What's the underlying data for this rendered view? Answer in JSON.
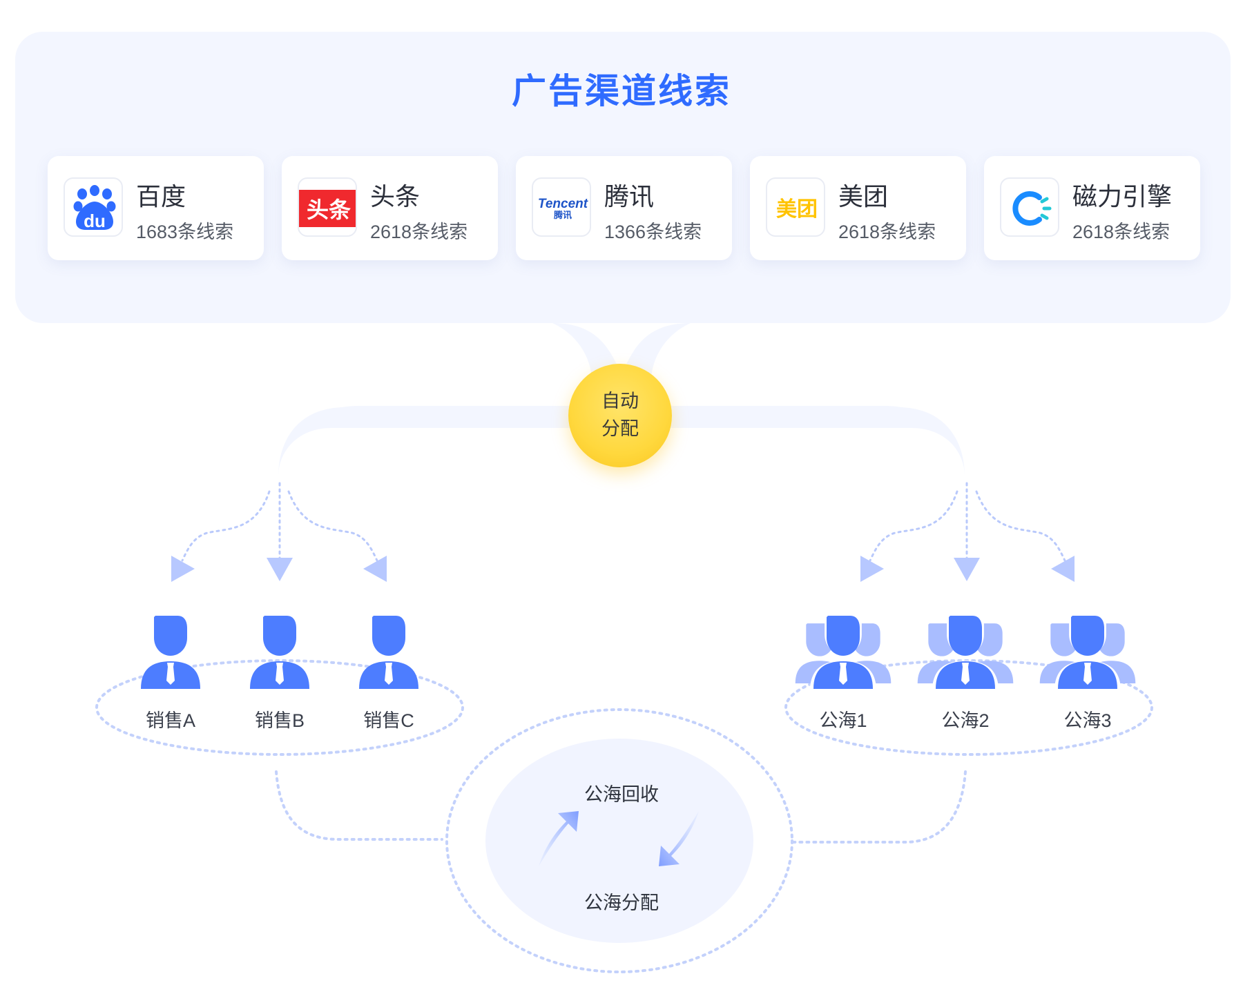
{
  "title": "广告渠道线索",
  "channels": [
    {
      "name": "百度",
      "count": "1683条线索",
      "logo_icon": "baidu-logo",
      "logo_text": "du"
    },
    {
      "name": "头条",
      "count": "2618条线索",
      "logo_icon": "toutiao-logo",
      "logo_text": "头条"
    },
    {
      "name": "腾讯",
      "count": "1366条线索",
      "logo_icon": "tencent-logo",
      "logo_text": "Tencent",
      "logo_subtext": "腾讯"
    },
    {
      "name": "美团",
      "count": "2618条线索",
      "logo_icon": "meituan-logo",
      "logo_text": "美团"
    },
    {
      "name": "磁力引擎",
      "count": "2618条线索",
      "logo_icon": "magnetic-engine-logo"
    }
  ],
  "hub": {
    "line1": "自动",
    "line2": "分配"
  },
  "sales": [
    {
      "label": "销售A",
      "icon": "salesperson-icon"
    },
    {
      "label": "销售B",
      "icon": "salesperson-icon"
    },
    {
      "label": "销售C",
      "icon": "salesperson-icon"
    }
  ],
  "pools": [
    {
      "label": "公海1",
      "icon": "user-group-icon"
    },
    {
      "label": "公海2",
      "icon": "user-group-icon"
    },
    {
      "label": "公海3",
      "icon": "user-group-icon"
    }
  ],
  "cycle": {
    "top": "公海回收",
    "bottom": "公海分配"
  },
  "colors": {
    "accent": "#2f6bff",
    "person": "#4d7dff",
    "person_back": "#a9bdff",
    "panel": "#f3f6ff",
    "hub": "#ffd83d",
    "dotted": "#c3d1fb",
    "arrow": "#bccbff"
  }
}
